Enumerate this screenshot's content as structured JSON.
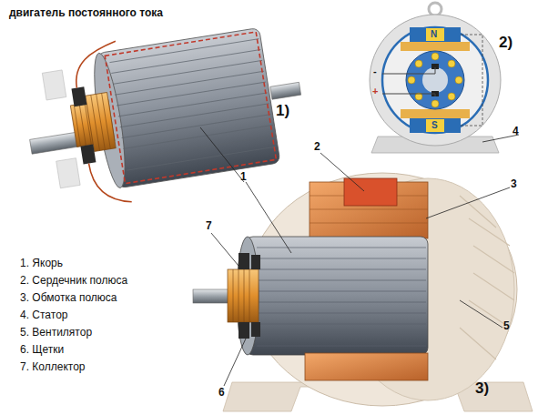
{
  "diagram": {
    "title": "двигатель постоянного тока",
    "labels": [
      "1)",
      "2)",
      "3)",
      "1",
      "2",
      "3",
      "4",
      "5",
      "6",
      "7",
      "N",
      "S",
      "-",
      "+",
      "1. Якорь",
      "2. Сердечник полюса",
      "3. Обмотка полюса",
      "4. Статор",
      "5. Вентилятор",
      "6. Щетки",
      "7. Коллектор"
    ]
  }
}
